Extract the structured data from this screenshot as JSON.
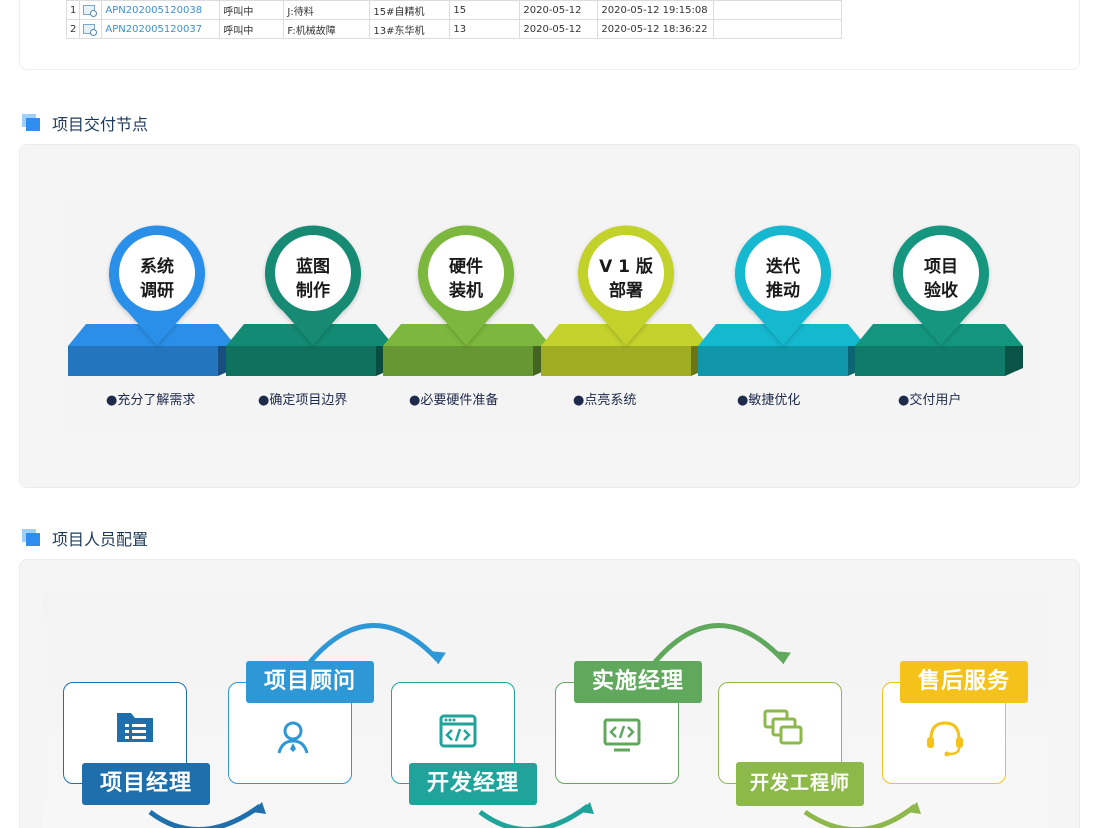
{
  "table": {
    "rows": [
      {
        "no": "1",
        "code": "APN202005120038",
        "status": "呼叫中",
        "reason": "J:待料",
        "machine": "15#自精机",
        "qty": "15",
        "date": "2020-05-12",
        "time": "2020-05-12 19:15:08"
      },
      {
        "no": "2",
        "code": "APN202005120037",
        "status": "呼叫中",
        "reason": "F:机械故障",
        "machine": "13#东华机",
        "qty": "13",
        "date": "2020-05-12",
        "time": "2020-05-12 18:36:22"
      }
    ]
  },
  "section1": {
    "title": "项目交付节点",
    "nodes": [
      {
        "line1": "系统",
        "line2": "调研",
        "desc": "●充分了解需求",
        "color": "#2b8fe8"
      },
      {
        "line1": "蓝图",
        "line2": "制作",
        "desc": "●确定项目边界",
        "color": "#138a73"
      },
      {
        "line1": "硬件",
        "line2": "装机",
        "desc": "●必要硬件准备",
        "color": "#7cb83d"
      },
      {
        "line1": "V 1 版",
        "line2": "部署",
        "desc": "●点亮系统",
        "color": "#c3d22c"
      },
      {
        "line1": "迭代",
        "line2": "推动",
        "desc": "●敏捷优化",
        "color": "#14b8cf"
      },
      {
        "line1": "项目",
        "line2": "验收",
        "desc": "●交付用户",
        "color": "#13967f"
      }
    ]
  },
  "section2": {
    "title": "项目人员配置",
    "roles": [
      {
        "label": "项目经理",
        "color": "#1f6fad",
        "icon": "list-folder-icon"
      },
      {
        "label": "项目顾问",
        "color": "#2e97d6",
        "icon": "person-icon"
      },
      {
        "label": "开发经理",
        "color": "#1fa39b",
        "icon": "code-window-icon"
      },
      {
        "label": "实施经理",
        "color": "#5fa85c",
        "icon": "code-monitor-icon"
      },
      {
        "label": "开发工程师",
        "color": "#8db84a",
        "icon": "layers-icon"
      },
      {
        "label": "售后服务",
        "color": "#f4c21b",
        "icon": "headset-icon"
      }
    ]
  }
}
